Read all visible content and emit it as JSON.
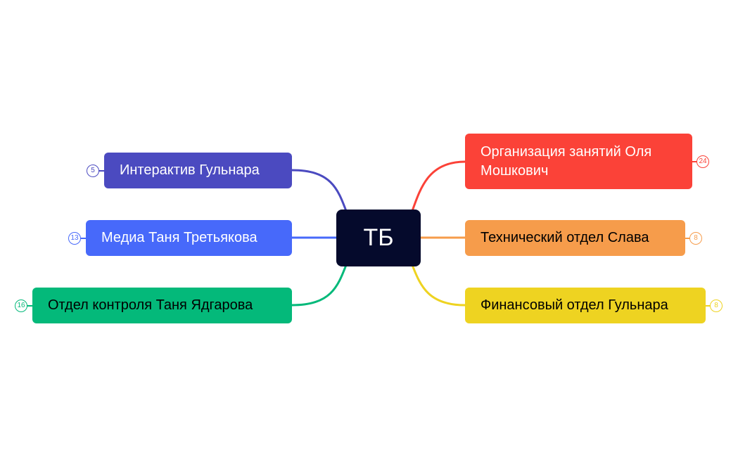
{
  "root": {
    "label": "ТБ"
  },
  "left_branches": [
    {
      "label": "Интерактив Гульнара",
      "count": "5",
      "color": "#4b4ac0",
      "text_color": "#ffffff"
    },
    {
      "label": "Медиа Таня Третьякова",
      "count": "13",
      "color": "#4769fa",
      "text_color": "#ffffff"
    },
    {
      "label": "Отдел контроля Таня Ядгарова",
      "count": "16",
      "color": "#04b97a",
      "text_color": "#000000"
    }
  ],
  "right_branches": [
    {
      "label_line1": "Организация занятий Оля",
      "label_line2": "Мошкович",
      "count": "24",
      "color": "#fb4238",
      "text_color": "#ffffff"
    },
    {
      "label": "Технический отдел Слава",
      "count": "8",
      "color": "#f69c4b",
      "text_color": "#000000"
    },
    {
      "label": "Финансовый отдел Гульнара",
      "count": "8",
      "color": "#eed321",
      "text_color": "#000000"
    }
  ]
}
